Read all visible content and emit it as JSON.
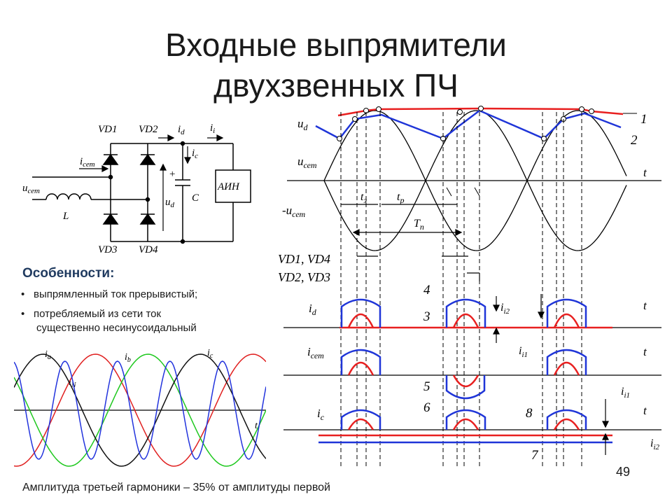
{
  "title": {
    "line1": "Входные выпрямители",
    "line2": "двухзвенных ПЧ"
  },
  "features": {
    "heading": "Особенности:",
    "bullet_char": "•",
    "items": [
      {
        "line1": "выпрямленный ток прерывистый;"
      },
      {
        "line1": "потребляемый из сети ток",
        "line2": "существенно несинусоидальный"
      }
    ]
  },
  "footer": "Амплитуда третьей гармоники – 35% от амплитуды первой",
  "page_number": "49",
  "circuit": {
    "vd1": "VD1",
    "vd2": "VD2",
    "vd3": "VD3",
    "vd4": "VD4",
    "id": "i",
    "id_sub": "d",
    "ii": "i",
    "ii_sub": "i",
    "iset": "i",
    "iset_sub": "сет",
    "ic": "i",
    "ic_sub": "c",
    "uset": "u",
    "uset_sub": "сет",
    "ud": "u",
    "ud_sub": "d",
    "plus": "+",
    "cap": "C",
    "ind": "L",
    "inv": "АИН"
  },
  "phase_plot": {
    "ia": "i",
    "ia_sub": "a",
    "ib": "i",
    "ib_sub": "b",
    "ic": "i",
    "ic_sub": "c",
    "iN": "i",
    "iN_sub": "N",
    "t": "t",
    "colors": {
      "a": "#e02020",
      "b": "#1ec81e",
      "c": "#111111",
      "n": "#2233dd"
    }
  },
  "timing": {
    "ud": "u",
    "ud_sub": "d",
    "uset": "u",
    "uset_sub": "сет",
    "neg_uset": "-u",
    "neg_uset_sub": "сет",
    "t": "t",
    "tz": "t",
    "tz_sub": "з",
    "tr": "t",
    "tr_sub": "р",
    "Tp": "T",
    "Tp_sub": "п",
    "vd14": "VD1, VD4",
    "vd23": "VD2, VD3",
    "id": "i",
    "id_sub": "d",
    "iset": "i",
    "iset_sub": "сет",
    "ic": "i",
    "ic_sub": "c",
    "ii2": "i",
    "ii2_sub": "i2",
    "ii1": "i",
    "ii1_sub": "i1",
    "n1": "1",
    "n2": "2",
    "n3": "3",
    "n4": "4",
    "n5": "5",
    "n6": "6",
    "n7": "7",
    "n8": "8",
    "colors": {
      "red": "#e82020",
      "blue": "#1f35d8"
    }
  }
}
